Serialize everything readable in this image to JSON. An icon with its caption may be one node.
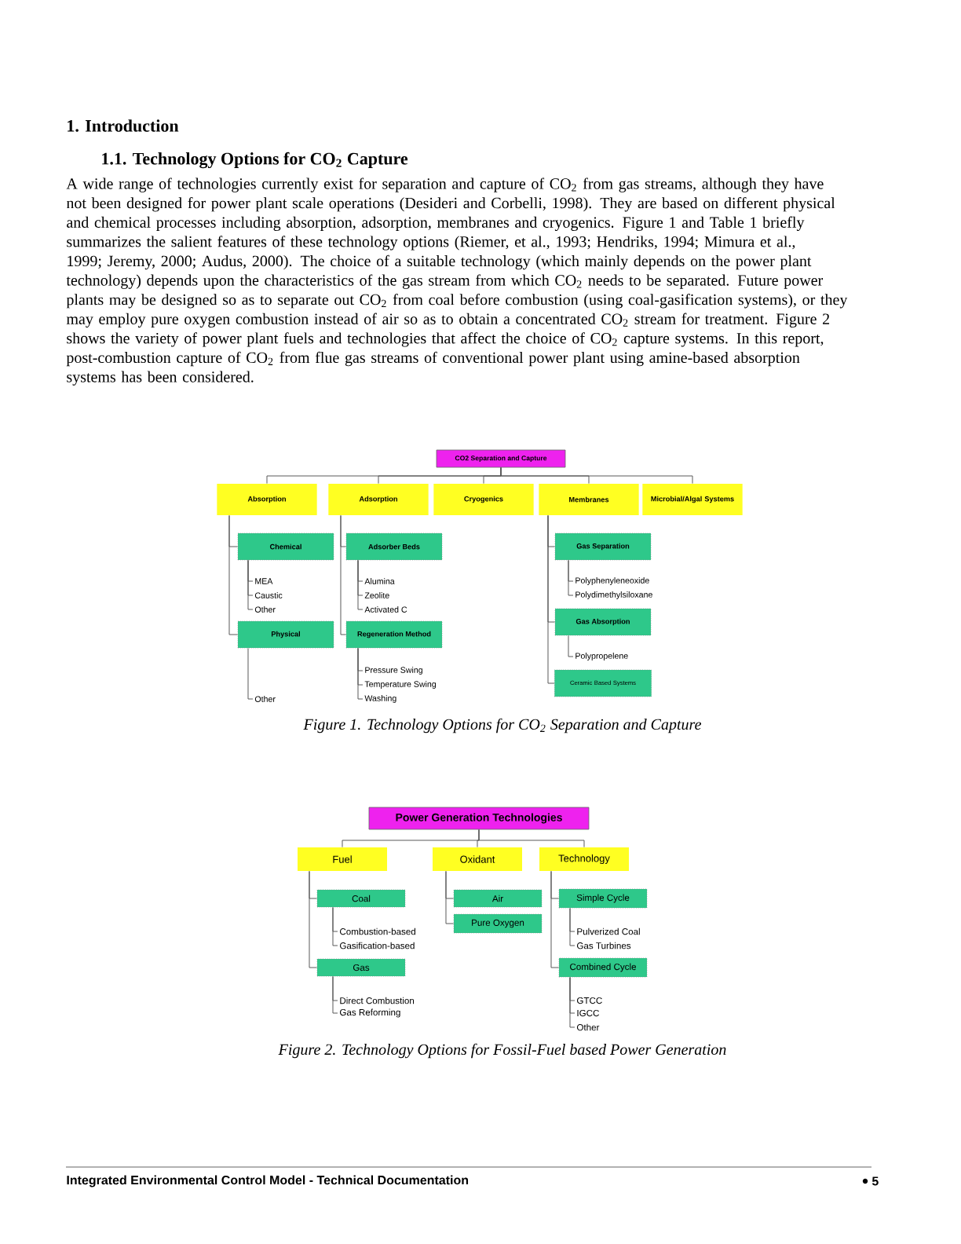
{
  "diagram": {
    "nodes": [
      {
        "text": [
          "CO2 Separation and Capture"
        ]
      },
      {
        "text": [
          "Absorption"
        ]
      },
      {
        "text": [
          "Adsorption"
        ]
      },
      {
        "text": [
          "Cryogenics"
        ]
      },
      {
        "text": [
          "Membranes"
        ]
      },
      {
        "text": [
          "Microbial/Algal Systems"
        ]
      },
      {
        "text": [
          "Chemical"
        ]
      },
      {
        "text": [
          "MEA"
        ]
      },
      {
        "text": [
          "Caustic"
        ]
      },
      {
        "text": [
          "Other"
        ]
      },
      {
        "text": [
          "Physical"
        ]
      },
      {
        "text": [
          "Other"
        ]
      },
      {
        "text": [
          "Adsorber Beds"
        ]
      },
      {
        "text": [
          "Alumina"
        ]
      },
      {
        "text": [
          "Zeolite"
        ]
      },
      {
        "text": [
          "Activated C"
        ]
      },
      {
        "text": [
          "Regeneration Method"
        ]
      },
      {
        "text": [
          "Pressure Swing"
        ]
      },
      {
        "text": [
          "Temperature Swing"
        ]
      },
      {
        "text": [
          "Washing"
        ]
      },
      {
        "text": [
          "Gas Separation"
        ]
      },
      {
        "text": [
          "Polyphenyleneoxide"
        ]
      },
      {
        "text": [
          "Polydimethylsiloxane"
        ]
      },
      {
        "text": [
          "Gas Absorption"
        ]
      },
      {
        "text": [
          "Polypropelene"
        ]
      },
      {
        "text": [
          "Ceramic Based Systems"
        ]
      },
      {
        "text": [
          "Power Generation Technologies"
        ]
      },
      {
        "text": [
          "Fuel"
        ]
      },
      {
        "text": [
          "Oxidant"
        ]
      },
      {
        "text": [
          "Technology"
        ]
      },
      {
        "text": [
          "Coal"
        ]
      },
      {
        "text": [
          "Combustion-based"
        ]
      },
      {
        "text": [
          "Gasification-based"
        ]
      },
      {
        "text": [
          "Gas"
        ]
      },
      {
        "text": [
          "Direct Combustion"
        ]
      },
      {
        "text": [
          "Gas Reforming"
        ]
      },
      {
        "text": [
          "Air"
        ]
      },
      {
        "text": [
          "Pure Oxygen"
        ]
      },
      {
        "text": [
          "Simple Cycle"
        ]
      },
      {
        "text": [
          "Pulverized Coal"
        ]
      },
      {
        "text": [
          "Gas Turbines"
        ]
      },
      {
        "text": [
          "Combined Cycle"
        ]
      },
      {
        "text": [
          "GTCC"
        ]
      },
      {
        "text": [
          "IGCC"
        ]
      },
      {
        "text": [
          "Other"
        ]
      }
    ],
    "edges": [
      {
        "from": 0,
        "to": 1,
        "arrow": "none"
      },
      {
        "from": 0,
        "to": 2,
        "arrow": "none"
      },
      {
        "from": 0,
        "to": 3,
        "arrow": "none"
      },
      {
        "from": 0,
        "to": 4,
        "arrow": "none"
      },
      {
        "from": 0,
        "to": 5,
        "arrow": "none"
      },
      {
        "from": 1,
        "to": 6,
        "arrow": "none"
      },
      {
        "from": 6,
        "to": 7,
        "arrow": "none"
      },
      {
        "from": 6,
        "to": 8,
        "arrow": "none"
      },
      {
        "from": 6,
        "to": 9,
        "arrow": "none"
      },
      {
        "from": 1,
        "to": 10,
        "arrow": "none"
      },
      {
        "from": 10,
        "to": 11,
        "arrow": "none"
      },
      {
        "from": 2,
        "to": 12,
        "arrow": "none"
      },
      {
        "from": 12,
        "to": 13,
        "arrow": "none"
      },
      {
        "from": 12,
        "to": 14,
        "arrow": "none"
      },
      {
        "from": 12,
        "to": 15,
        "arrow": "none"
      },
      {
        "from": 2,
        "to": 16,
        "arrow": "none"
      },
      {
        "from": 16,
        "to": 17,
        "arrow": "none"
      },
      {
        "from": 16,
        "to": 18,
        "arrow": "none"
      },
      {
        "from": 16,
        "to": 19,
        "arrow": "none"
      },
      {
        "from": 4,
        "to": 20,
        "arrow": "none"
      },
      {
        "from": 20,
        "to": 21,
        "arrow": "none"
      },
      {
        "from": 20,
        "to": 22,
        "arrow": "none"
      },
      {
        "from": 4,
        "to": 23,
        "arrow": "none"
      },
      {
        "from": 23,
        "to": 24,
        "arrow": "none"
      },
      {
        "from": 4,
        "to": 25,
        "arrow": "none"
      },
      {
        "from": 26,
        "to": 27,
        "arrow": "none"
      },
      {
        "from": 26,
        "to": 28,
        "arrow": "none"
      },
      {
        "from": 26,
        "to": 29,
        "arrow": "none"
      },
      {
        "from": 27,
        "to": 30,
        "arrow": "none"
      },
      {
        "from": 30,
        "to": 31,
        "arrow": "none"
      },
      {
        "from": 30,
        "to": 32,
        "arrow": "none"
      },
      {
        "from": 27,
        "to": 33,
        "arrow": "none"
      },
      {
        "from": 33,
        "to": 34,
        "arrow": "none"
      },
      {
        "from": 33,
        "to": 35,
        "arrow": "none"
      },
      {
        "from": 28,
        "to": 36,
        "arrow": "none"
      },
      {
        "from": 28,
        "to": 37,
        "arrow": "none"
      },
      {
        "from": 29,
        "to": 38,
        "arrow": "none"
      },
      {
        "from": 38,
        "to": 39,
        "arrow": "none"
      },
      {
        "from": 38,
        "to": 40,
        "arrow": "none"
      },
      {
        "from": 29,
        "to": 41,
        "arrow": "none"
      },
      {
        "from": 41,
        "to": 42,
        "arrow": "none"
      },
      {
        "from": 41,
        "to": 43,
        "arrow": "none"
      },
      {
        "from": 41,
        "to": 44,
        "arrow": "none"
      }
    ],
    "labels": [
      "1. Introduction",
      "1.1. Technology Options for CO$_{2}$ Capture",
      "A wide range of technologies currently exist for separation and capture of CO$_{2}$ from gas streams, although they have not been designed for power plant scale operations (Desideri and Corbelli, 1998). They are based on different physical and chemical processes including absorption, adsorption, membranes and cryogenics. Figure 1 and Table 1 briefly summarizes the salient features of these technology options (Riemer, et al., 1993; Hendriks, 1994; Mimura et al., 1999; Jeremy, 2000; Audus, 2000). The choice of a suitable technology (which mainly depends on the power plant technology) depends upon the characteristics of the gas stream from which CO$_{2}$ needs to be separated. Future power plants may be designed so as to separate out CO$_{2}$ from coal before combustion (using coal-gasification systems), or they may employ pure oxygen combustion instead of air so as to obtain a concentrated CO$_{2}$ stream for treatment. Figure 2 shows the variety of power plant fuels and technologies that affect the choice of CO$_{2}$ capture systems. In this report, post-combustion capture of CO$_{2}$ from flue gas streams of conventional power plant using amine-based absorption systems has been considered.",
      "Figure 1. Technology Options for CO$_{2}$ Separation and Capture",
      "Figure 2. Technology Options for Fossil-Fuel based Power Generation",
      "Integrated Environmental Control Model - Technical Documentation",
      "5"
    ]
  }
}
